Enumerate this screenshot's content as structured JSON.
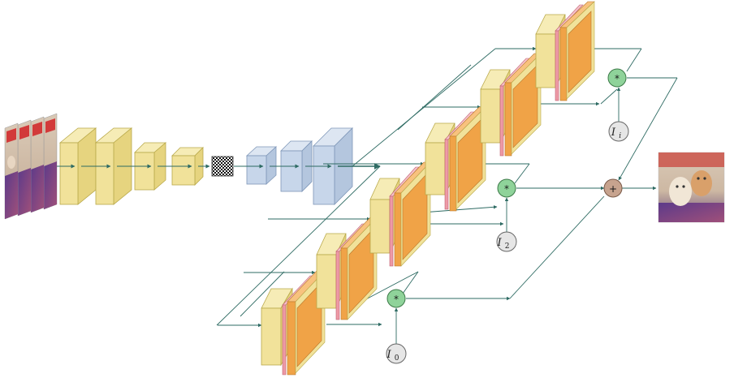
{
  "diagram": {
    "nodes": {
      "input_images": {
        "type": "image-stack",
        "content": "cat"
      },
      "output_image": {
        "type": "image",
        "content": "cat"
      },
      "fusion_0": {
        "operator": "*"
      },
      "fusion_2": {
        "operator": "*"
      },
      "fusion_i": {
        "operator": "*"
      },
      "blend": {
        "operator": "+"
      },
      "input_0": {
        "label": "I",
        "subscript": "0"
      },
      "input_2": {
        "label": "I",
        "subscript": "2"
      },
      "input_i": {
        "label": "I",
        "subscript": "i"
      },
      "bottleneck": {
        "type": "checkerboard"
      }
    },
    "colors": {
      "encoder_block": "#f1e29a",
      "encoder_edge": "#b9a94a",
      "latent_block": "#c7d6ea",
      "latent_edge": "#7f97b8",
      "decoder_orange": "#f0a347",
      "decoder_red": "#ee9aa6",
      "arrow": "#2e6b63",
      "multiply_node": "#8fd39a",
      "add_node": "#c7a38e",
      "input_node": "#e6e6e6"
    }
  }
}
